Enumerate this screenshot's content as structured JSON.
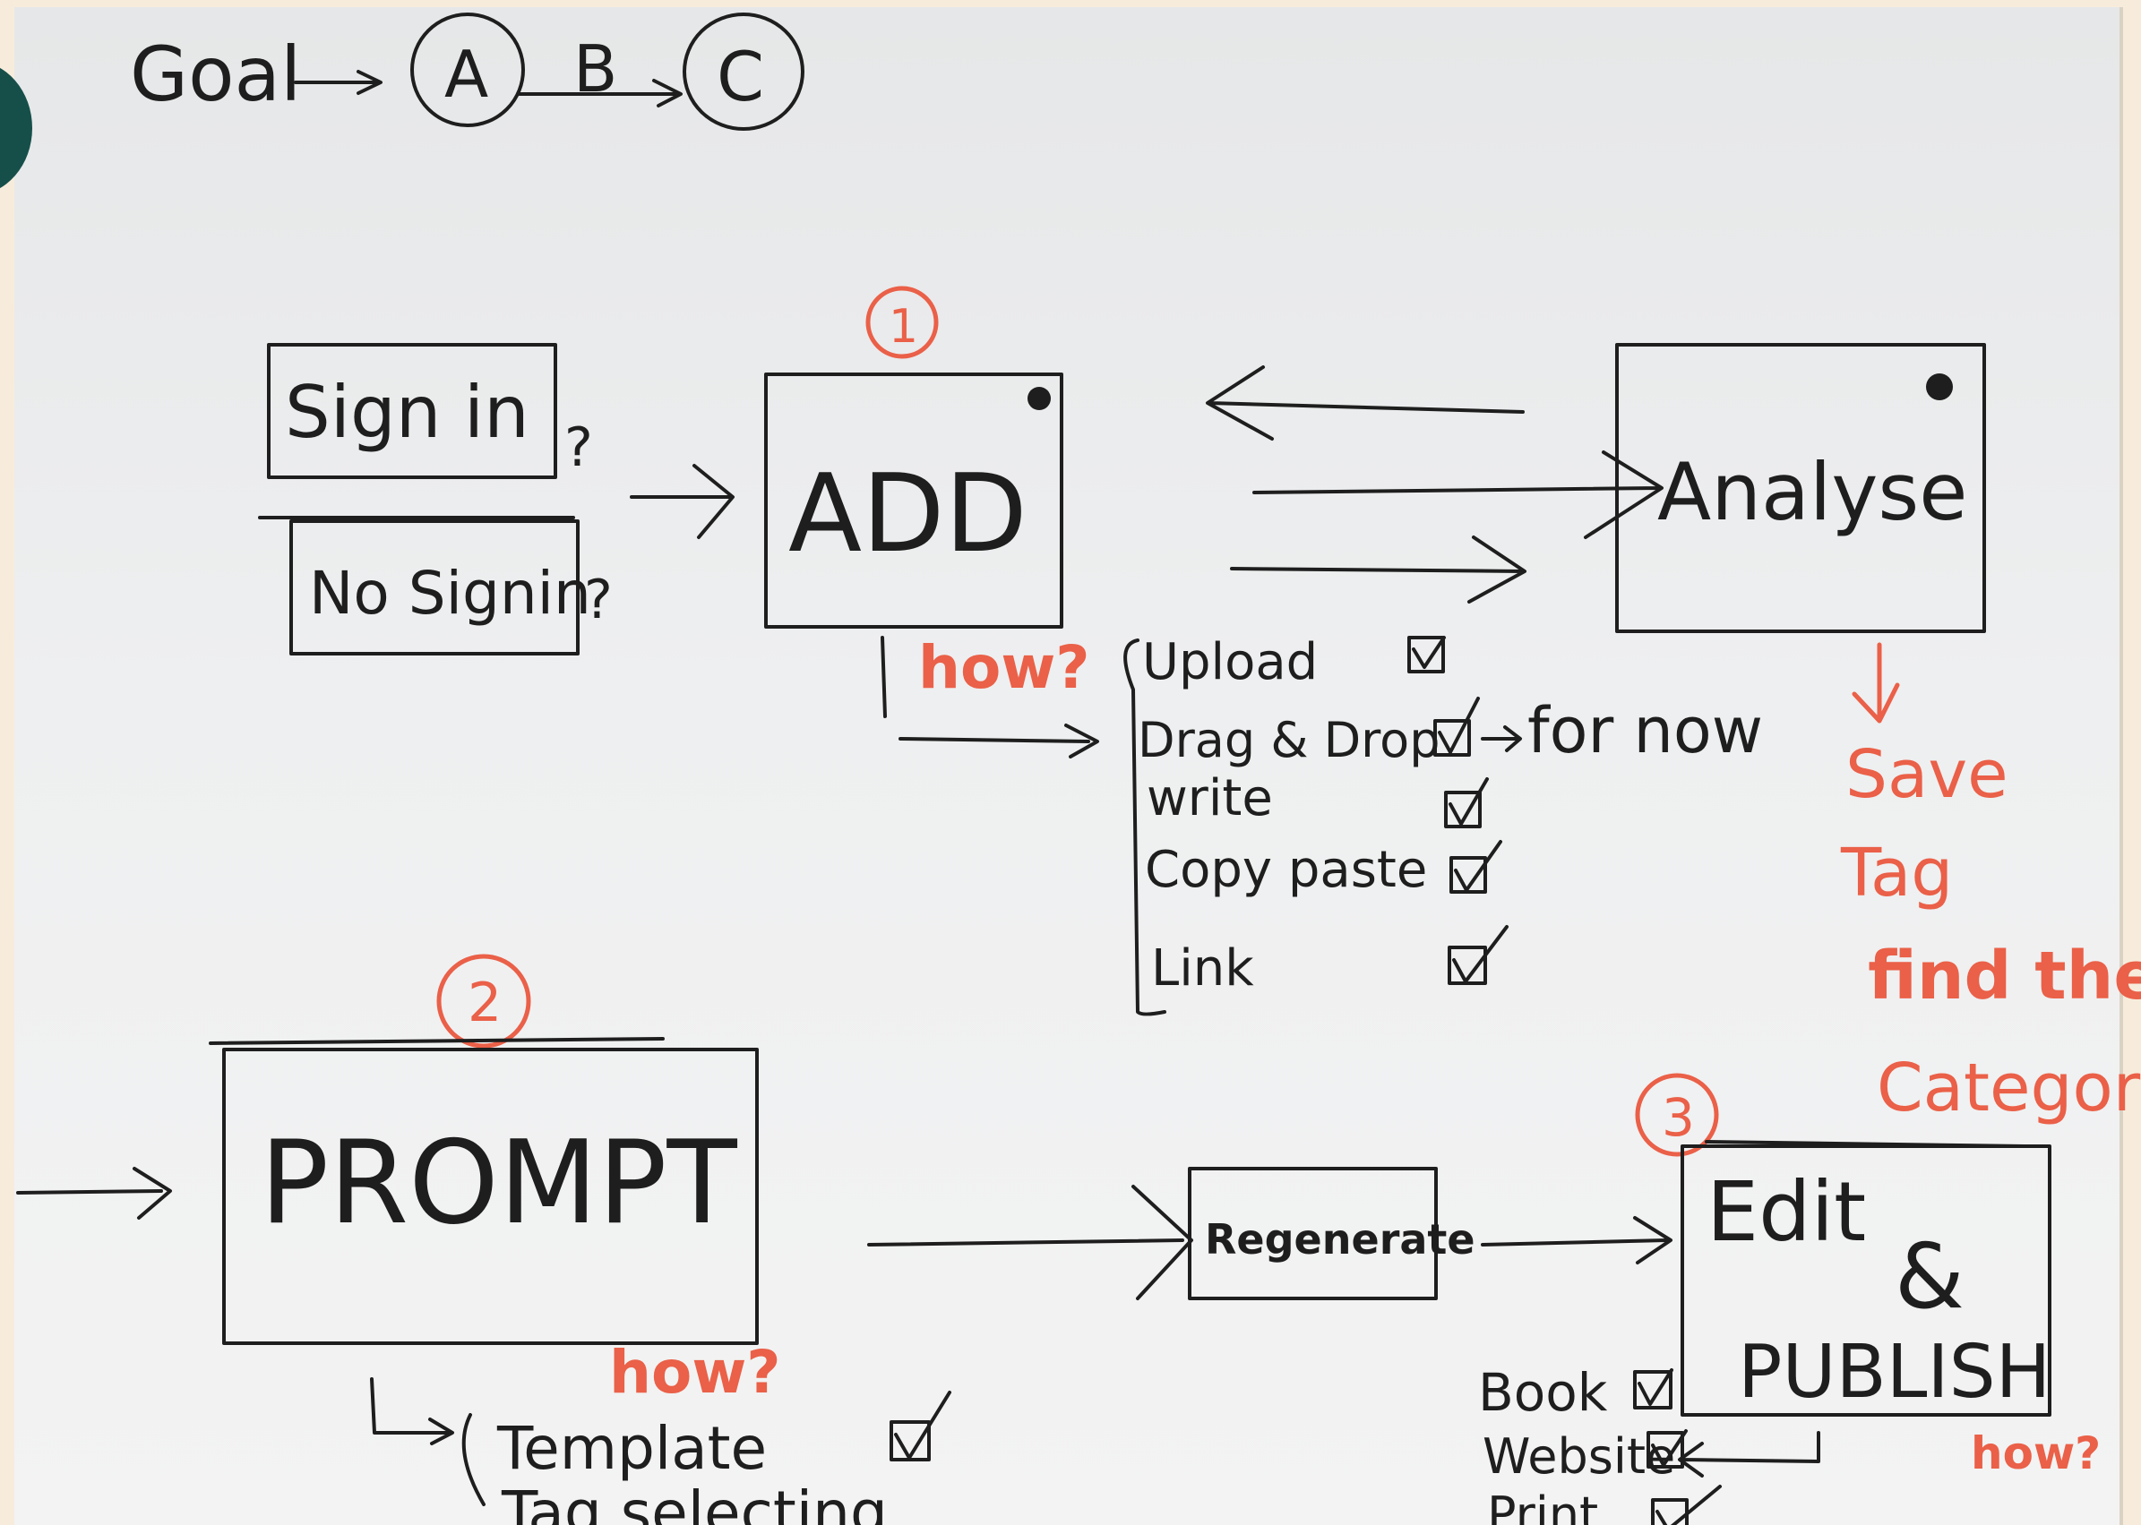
{
  "goal": {
    "label": "Goal",
    "a": "A",
    "b": "B",
    "c": "C"
  },
  "signin": {
    "sign_in": "Sign in",
    "no_sign_in": "No Signin",
    "q1": "?",
    "q2": "?"
  },
  "step1": {
    "number": "1",
    "box_label": "ADD",
    "how": "how?",
    "options": [
      "Upload",
      "Drag & Drop",
      "write",
      "Copy paste",
      "Link"
    ],
    "for_now": "for now"
  },
  "analyse": {
    "box_label": "Analyse",
    "notes": [
      "Save",
      "Tag",
      "find the",
      "Categori"
    ]
  },
  "step2": {
    "number": "2",
    "box_label": "PROMPT",
    "how": "how?",
    "options": [
      "Template",
      "Tag selecting"
    ]
  },
  "regenerate": {
    "box_label": "Regenerate"
  },
  "step3": {
    "number": "3",
    "box_label_1": "Edit",
    "amp": "&",
    "box_label_2": "PUBLISH",
    "how": "how?",
    "options": [
      "Book",
      "Website",
      "Print"
    ]
  },
  "colors": {
    "ink": "#1e1e1e",
    "red_pen": "#ea6048",
    "paper": "#eeeff0"
  }
}
